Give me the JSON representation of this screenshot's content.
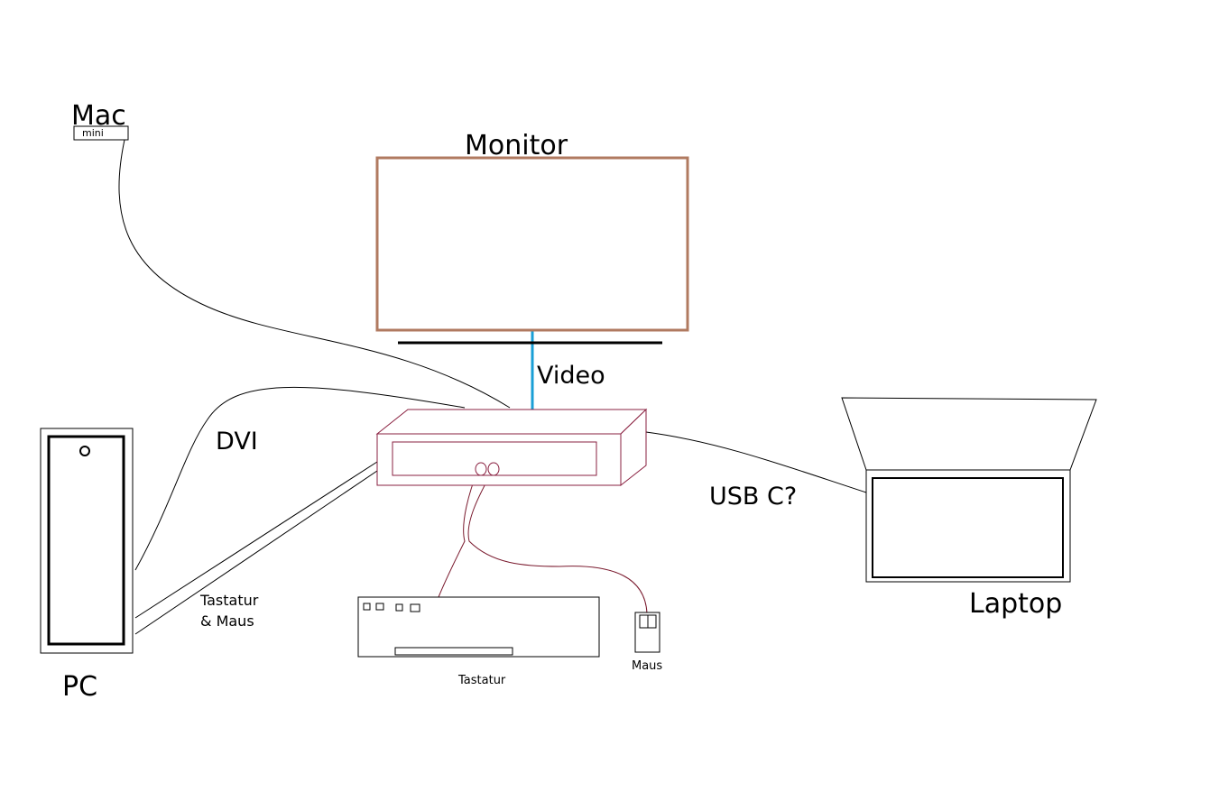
{
  "labels": {
    "mac": "Mac",
    "mac_sub": "mini",
    "monitor": "Monitor",
    "video": "Video",
    "dvi": "DVI",
    "usb": "USB C?",
    "laptop": "Laptop",
    "pc": "PC",
    "tastatur_maus_line1": "Tastatur",
    "tastatur_maus_line2": "& Maus",
    "tastatur": "Tastatur",
    "maus": "Maus"
  },
  "colors": {
    "ink": "#000000",
    "monitor_frame": "#b07a60",
    "video_cable": "#1a9fd6",
    "kvm_switch": "#8a2040",
    "peripheral_cable": "#7a1a2e"
  }
}
